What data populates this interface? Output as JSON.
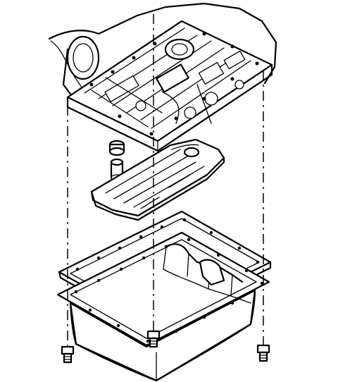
{
  "diagram": {
    "style": "black-and-white technical line drawing, exploded view",
    "colors": {
      "ink": "#000000",
      "background": "#ffffff"
    },
    "parts": [
      {
        "id": "valve-body",
        "label": ""
      },
      {
        "id": "filter-seal",
        "label": ""
      },
      {
        "id": "fluid-filter",
        "label": ""
      },
      {
        "id": "pan-gasket",
        "label": ""
      },
      {
        "id": "oil-pan",
        "label": ""
      },
      {
        "id": "pan-bolts",
        "label": ""
      }
    ]
  }
}
